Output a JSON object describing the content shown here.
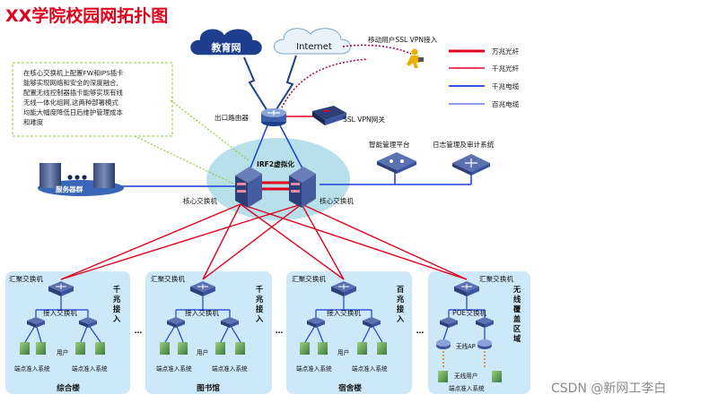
{
  "title": "XX学院校园网拓扑图",
  "clouds": {
    "edu": "教育网",
    "internet": "Internet"
  },
  "note_lines": [
    "在核心交换机上配置FW和IPS插卡",
    "能够实现网络和安全的深度融合,",
    "配置无线控制器插卡能够实现有线",
    "无线一体化组网,这两种部署模式",
    "均能大幅度降低日后维护管理成本",
    "和难度"
  ],
  "labels": {
    "mobile_vpn": "移动用户SSL VPN接入",
    "exit_router": "出口路由器",
    "ssl_vpn_gw": "SSL VPN网关",
    "irf2": "IRF2虚拟化",
    "smart_mgmt": "智能管理平台",
    "log_audit": "日志管理及审计系统",
    "server_farm": "服务器群",
    "core_left": "核心交换机",
    "core_right": "核心交换机",
    "ellipsis": "…"
  },
  "legend": [
    {
      "label": "万兆光纤",
      "color": "#e0001b",
      "width": 3
    },
    {
      "label": "千兆光纤",
      "color": "#e0001b",
      "width": 1.5
    },
    {
      "label": "千兆电缆",
      "color": "#1a3fd6",
      "width": 1.8
    },
    {
      "label": "百兆电缆",
      "color": "#1a3fd6",
      "width": 0.9
    }
  ],
  "zones": [
    {
      "agg": "汇聚交换机",
      "access": "接入交换机",
      "user": "用户",
      "endpoint": "端点准入系统",
      "speed": "千兆接入",
      "building": "综合楼"
    },
    {
      "agg": "汇聚交换机",
      "access": "接入交换机",
      "user": "用户",
      "endpoint": "端点准入系统",
      "speed": "千兆接入",
      "building": "图书馆"
    },
    {
      "agg": "汇聚交换机",
      "access": "接入交换机",
      "user": "用户",
      "endpoint": "端点准入系统",
      "speed": "百兆接入",
      "building": "宿舍楼"
    },
    {
      "agg": "汇聚交换机",
      "access": "POE交换机",
      "ap": "无线AP",
      "wuser": "无线用户",
      "endpoint": "端点准入系统",
      "speed": "无线覆盖区域"
    }
  ],
  "watermark": "CSDN @新网工李白",
  "colors": {
    "title": "#e0001b",
    "fiber": "#e0001b",
    "cable": "#1a3fd6",
    "zone_bg": "#cde8f8",
    "core_ellipse": "#b7e0ea",
    "note_border": "#8fc93a",
    "router": "#1e3f8a"
  }
}
